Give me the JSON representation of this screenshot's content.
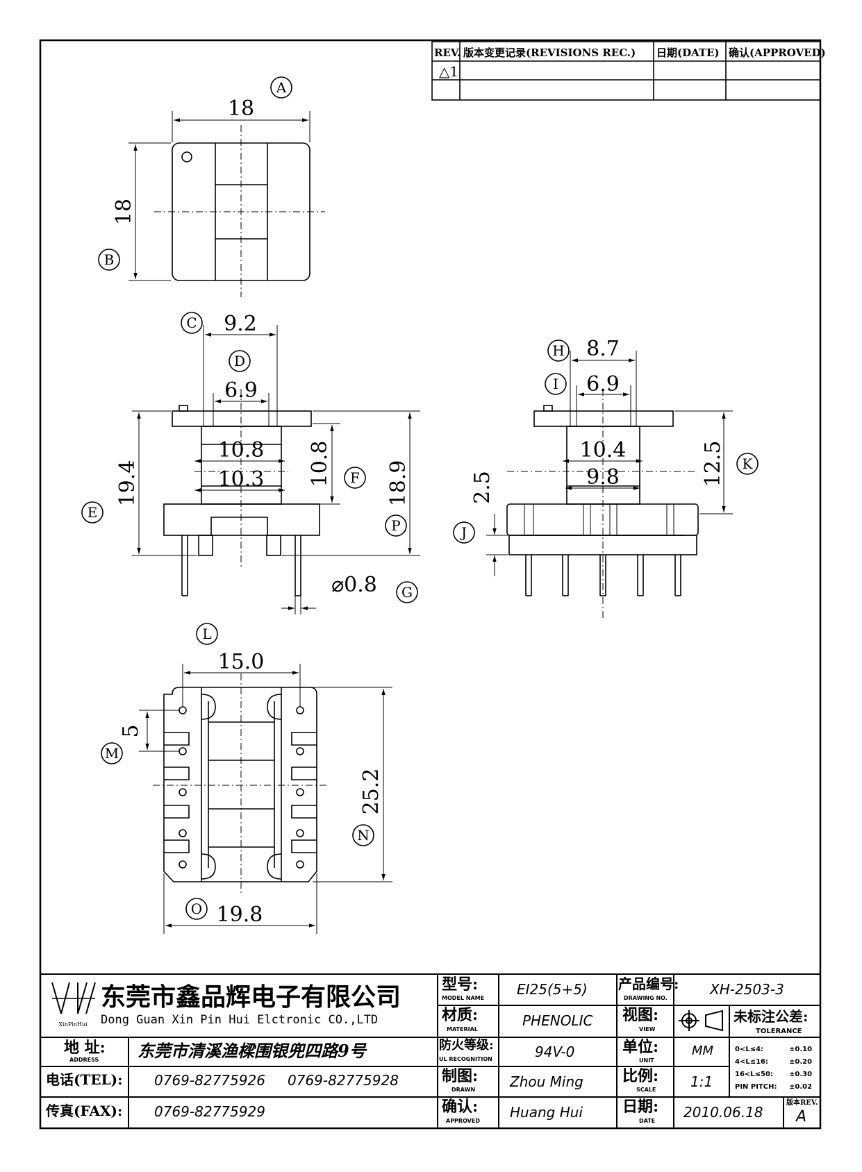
{
  "revision_table": {
    "headers": {
      "rev": "REV.",
      "record": "版本变更记录(REVISIONS REC.)",
      "date": "日期(DATE)",
      "approved": "确认(APPROVED)"
    },
    "rows": [
      {
        "rev": "△1",
        "record": "",
        "date": "",
        "approved": ""
      }
    ]
  },
  "top_view": {
    "label_a": "A",
    "dim_a": "18",
    "label_b": "B",
    "dim_b": "18"
  },
  "front_view": {
    "label_c": "C",
    "dim_c": "9.2",
    "label_d": "D",
    "dim_d": "6.9",
    "dim_108": "10.8",
    "dim_103": "10.3",
    "label_e": "E",
    "dim_e": "19.4",
    "label_f": "F",
    "dim_f": "10.8",
    "label_p": "P",
    "dim_p": "18.9",
    "label_g": "G",
    "dim_g": "⌀0.8"
  },
  "side_view": {
    "label_h": "H",
    "dim_h": "8.7",
    "label_i": "I",
    "dim_i": "6.9",
    "dim_104": "10.4",
    "dim_98": "9.8",
    "label_j": "J",
    "dim_j": "2.5",
    "label_k": "K",
    "dim_k": "12.5"
  },
  "bottom_view": {
    "label_l": "L",
    "dim_l": "15.0",
    "label_m": "M",
    "dim_m": "5",
    "label_n": "N",
    "dim_n": "25.2",
    "label_o": "O",
    "dim_o": "19.8"
  },
  "title_block": {
    "company_cn": "东莞市鑫品辉电子有限公司",
    "company_en": "Dong Guan Xin Pin Hui Elctronic CO.,LTD",
    "logo_text": "XinPinHui",
    "address_label": "地  址:",
    "address_label_en": "ADDRESS",
    "address": "东莞市清溪渔樑围银兜四路9号",
    "tel_label": "电话(TEL):",
    "tel1": "0769-82775926",
    "tel2": "0769-82775928",
    "fax_label": "传真(FAX):",
    "fax": "0769-82775929",
    "model_label": "型号:",
    "model_label_en": "MODEL NAME",
    "model": "EI25(5+5)",
    "material_label": "材质:",
    "material_label_en": "MATERIAL",
    "material": "PHENOLIC",
    "fire_label": "防火等级:",
    "fire_label_en": "UL RECOGNITION",
    "fire": "94V-0",
    "drawn_label": "制图:",
    "drawn_label_en": "DRAWN",
    "drawn": "Zhou Ming",
    "approved_label": "确认:",
    "approved_label_en": "APPROVED",
    "approved": "Huang Hui",
    "drawing_no_label": "产品编号:",
    "drawing_no_label_en": "DRAWING NO.",
    "drawing_no": "XH-2503-3",
    "view_label": "视图:",
    "view_label_en": "VIEW",
    "tolerance_label": "未标注公差:",
    "tolerance_label_en": "TOLERANCE",
    "unit_label": "单位:",
    "unit_label_en": "UNIT",
    "unit": "MM",
    "scale_label": "比例:",
    "scale_label_en": "SCALE",
    "scale": "1:1",
    "date_label": "日期:",
    "date_label_en": "DATE",
    "date": "2010.06.18",
    "rev_label": "版本REV.",
    "rev": "A",
    "tolerances": [
      {
        "range": "0<L≤4:",
        "value": "±0.10"
      },
      {
        "range": "4<L≤16:",
        "value": "±0.20"
      },
      {
        "range": "16<L≤50:",
        "value": "±0.30"
      },
      {
        "range": "PIN PITCH:",
        "value": "±0.02"
      }
    ]
  }
}
